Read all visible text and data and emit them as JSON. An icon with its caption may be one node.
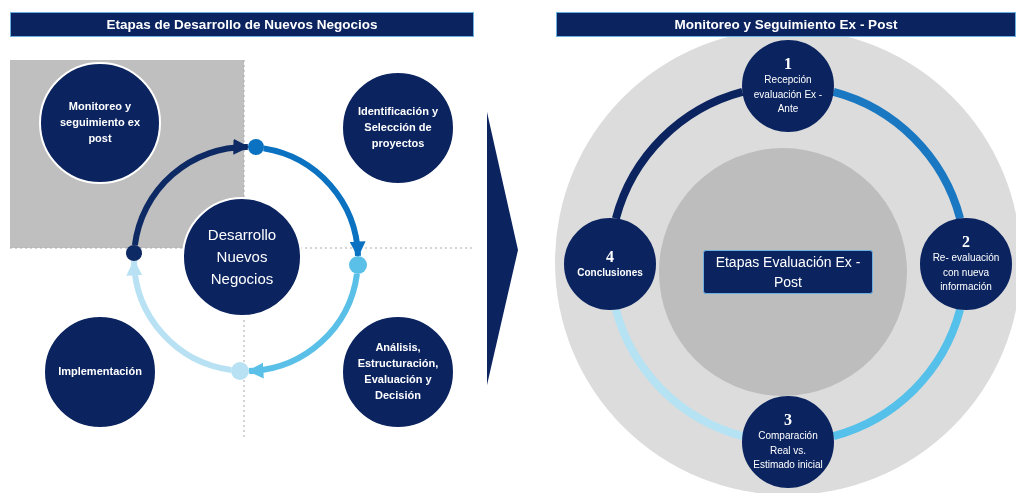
{
  "diagram": {
    "nodes": [
      {
        "text": [
          "Monitoreo y seguimiento ex post"
        ]
      },
      {
        "text": [
          "Identificación y Selección de proyectos"
        ]
      },
      {
        "text": [
          "Desarrollo Nuevos Negocios"
        ]
      },
      {
        "text": [
          "Implementación"
        ]
      },
      {
        "text": [
          "Análisis, Estructuración, Evaluación y Decisión"
        ]
      },
      {
        "text": [],
        "shape": "circle"
      },
      {
        "text": [],
        "shape": "circle"
      },
      {
        "text": [],
        "shape": "circle"
      },
      {
        "text": [],
        "shape": "circle"
      },
      {
        "text": [
          "Etapas Evaluación Ex - Post"
        ]
      },
      {
        "text": [
          "1",
          "Recepción evaluación Ex - Ante"
        ]
      },
      {
        "text": [
          "2",
          "Re- evaluación con nueva información"
        ]
      },
      {
        "text": [
          "3",
          "Comparación Real vs. Estimado inicial"
        ]
      },
      {
        "text": [
          "4",
          "Conclusiones"
        ]
      }
    ],
    "edges": [
      {
        "from": 5,
        "to": 6,
        "arrow": "to",
        "color": "#0a72c0"
      },
      {
        "from": 6,
        "to": 7,
        "arrow": "to",
        "color": "#5bc0e8"
      },
      {
        "from": 7,
        "to": 8,
        "arrow": "to",
        "color": "#b8e2f4"
      },
      {
        "from": 8,
        "to": 5,
        "arrow": "to",
        "color": "#0d2a64"
      },
      {
        "from": 10,
        "to": 11,
        "arrow": "none",
        "color": "#1a78c2"
      },
      {
        "from": 11,
        "to": 12,
        "arrow": "none",
        "color": "#55c1ea"
      },
      {
        "from": 12,
        "to": 13,
        "arrow": "none",
        "color": "#b5e3f3"
      },
      {
        "from": 13,
        "to": 10,
        "arrow": "none",
        "color": "#0b2460"
      }
    ],
    "labels": [
      "Etapas de Desarrollo de Nuevos Negocios",
      "Monitoreo y Seguimiento Ex - Post"
    ]
  }
}
